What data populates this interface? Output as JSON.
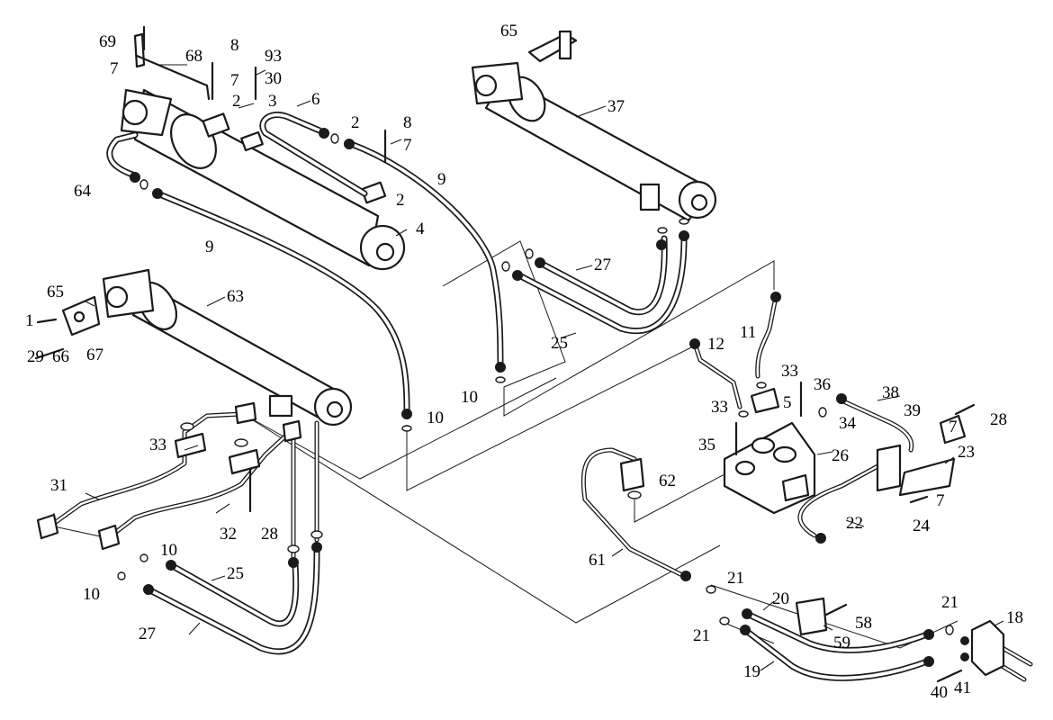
{
  "callouts": [
    {
      "id": "c69",
      "text": "69"
    },
    {
      "id": "c7a",
      "text": "7"
    },
    {
      "id": "c68",
      "text": "68"
    },
    {
      "id": "c8a",
      "text": "8"
    },
    {
      "id": "c7b",
      "text": "7"
    },
    {
      "id": "c93",
      "text": "93"
    },
    {
      "id": "c30",
      "text": "30"
    },
    {
      "id": "c2a",
      "text": "2"
    },
    {
      "id": "c3",
      "text": "3"
    },
    {
      "id": "c6",
      "text": "6"
    },
    {
      "id": "c2b",
      "text": "2"
    },
    {
      "id": "c8b",
      "text": "8"
    },
    {
      "id": "c7c",
      "text": "7"
    },
    {
      "id": "c9a",
      "text": "9"
    },
    {
      "id": "c64",
      "text": "64"
    },
    {
      "id": "c2c",
      "text": "2"
    },
    {
      "id": "c4",
      "text": "4"
    },
    {
      "id": "c9b",
      "text": "9"
    },
    {
      "id": "c65a",
      "text": "65"
    },
    {
      "id": "c37",
      "text": "37"
    },
    {
      "id": "c27a",
      "text": "27"
    },
    {
      "id": "c25a",
      "text": "25"
    },
    {
      "id": "c11",
      "text": "11"
    },
    {
      "id": "c12",
      "text": "12"
    },
    {
      "id": "c10a",
      "text": "10"
    },
    {
      "id": "c10b",
      "text": "10"
    },
    {
      "id": "c65b",
      "text": "65"
    },
    {
      "id": "c63",
      "text": "63"
    },
    {
      "id": "c1",
      "text": "1"
    },
    {
      "id": "c67",
      "text": "67"
    },
    {
      "id": "c29",
      "text": "29"
    },
    {
      "id": "c66",
      "text": "66"
    },
    {
      "id": "c33a",
      "text": "33"
    },
    {
      "id": "c36",
      "text": "36"
    },
    {
      "id": "c33b",
      "text": "33"
    },
    {
      "id": "c5",
      "text": "5"
    },
    {
      "id": "c34",
      "text": "34"
    },
    {
      "id": "c38",
      "text": "38"
    },
    {
      "id": "c39",
      "text": "39"
    },
    {
      "id": "c7d",
      "text": "7"
    },
    {
      "id": "c28a",
      "text": "28"
    },
    {
      "id": "c35",
      "text": "35"
    },
    {
      "id": "c26",
      "text": "26"
    },
    {
      "id": "c23",
      "text": "23"
    },
    {
      "id": "c62",
      "text": "62"
    },
    {
      "id": "c7e",
      "text": "7"
    },
    {
      "id": "c24",
      "text": "24"
    },
    {
      "id": "c22",
      "text": "22"
    },
    {
      "id": "c33c",
      "text": "33"
    },
    {
      "id": "c31",
      "text": "31"
    },
    {
      "id": "c32",
      "text": "32"
    },
    {
      "id": "c28b",
      "text": "28"
    },
    {
      "id": "c10c",
      "text": "10"
    },
    {
      "id": "c10d",
      "text": "10"
    },
    {
      "id": "c25b",
      "text": "25"
    },
    {
      "id": "c27b",
      "text": "27"
    },
    {
      "id": "c61",
      "text": "61"
    },
    {
      "id": "c21a",
      "text": "21"
    },
    {
      "id": "c20",
      "text": "20"
    },
    {
      "id": "c58",
      "text": "58"
    },
    {
      "id": "c21b",
      "text": "21"
    },
    {
      "id": "c18",
      "text": "18"
    },
    {
      "id": "c21c",
      "text": "21"
    },
    {
      "id": "c59",
      "text": "59"
    },
    {
      "id": "c19",
      "text": "19"
    },
    {
      "id": "c40",
      "text": "40"
    },
    {
      "id": "c41",
      "text": "41"
    }
  ]
}
